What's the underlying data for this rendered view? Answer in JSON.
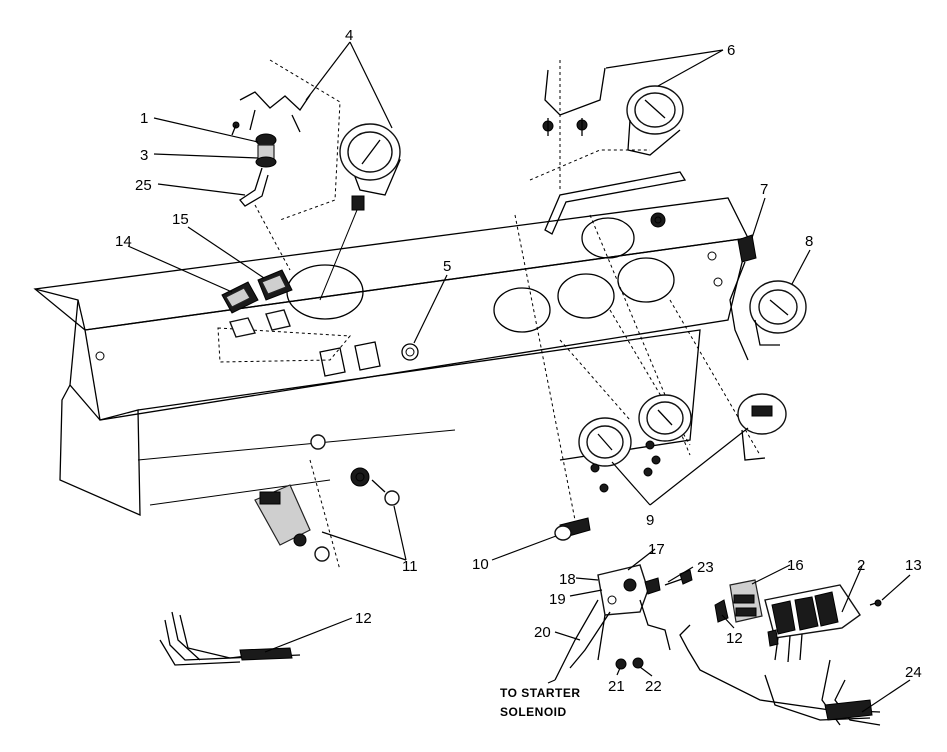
{
  "diagram": {
    "callouts": [
      {
        "id": "c1",
        "text": "1"
      },
      {
        "id": "c2",
        "text": "2"
      },
      {
        "id": "c3",
        "text": "3"
      },
      {
        "id": "c4",
        "text": "4"
      },
      {
        "id": "c5",
        "text": "5"
      },
      {
        "id": "c6",
        "text": "6"
      },
      {
        "id": "c7",
        "text": "7"
      },
      {
        "id": "c8",
        "text": "8"
      },
      {
        "id": "c9",
        "text": "9"
      },
      {
        "id": "c10",
        "text": "10"
      },
      {
        "id": "c11",
        "text": "11"
      },
      {
        "id": "c12a",
        "text": "12"
      },
      {
        "id": "c12b",
        "text": "12"
      },
      {
        "id": "c13",
        "text": "13"
      },
      {
        "id": "c14",
        "text": "14"
      },
      {
        "id": "c15",
        "text": "15"
      },
      {
        "id": "c16",
        "text": "16"
      },
      {
        "id": "c17",
        "text": "17"
      },
      {
        "id": "c18",
        "text": "18"
      },
      {
        "id": "c19",
        "text": "19"
      },
      {
        "id": "c20",
        "text": "20"
      },
      {
        "id": "c21",
        "text": "21"
      },
      {
        "id": "c22",
        "text": "22"
      },
      {
        "id": "c23",
        "text": "23"
      },
      {
        "id": "c24",
        "text": "24"
      },
      {
        "id": "c25",
        "text": "25"
      }
    ],
    "note_line1": "TO STARTER",
    "note_line2": "SOLENOID"
  }
}
